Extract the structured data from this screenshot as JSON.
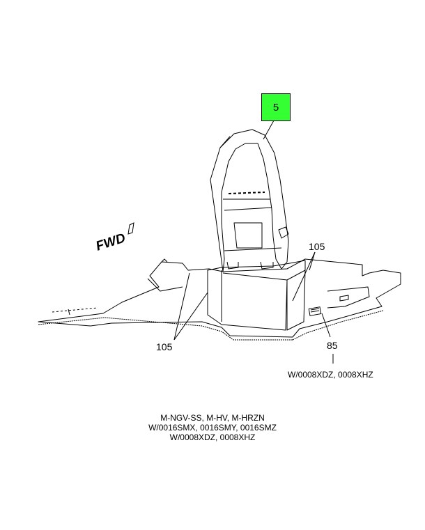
{
  "diagram": {
    "fwd_label": "FWD",
    "callout_highlight": {
      "label": "5",
      "color": "#33ff33"
    },
    "callout_105_right": "105",
    "callout_105_left": "105",
    "callout_85": "85",
    "note_85": "W/0008XDZ, 0008XHZ"
  },
  "caption": {
    "line1": "M-NGV-SS, M-HV, M-HRZN",
    "line2": "W/0016SMX, 0016SMY, 0016SMZ",
    "line3": "W/0008XDZ, 0008XHZ"
  }
}
